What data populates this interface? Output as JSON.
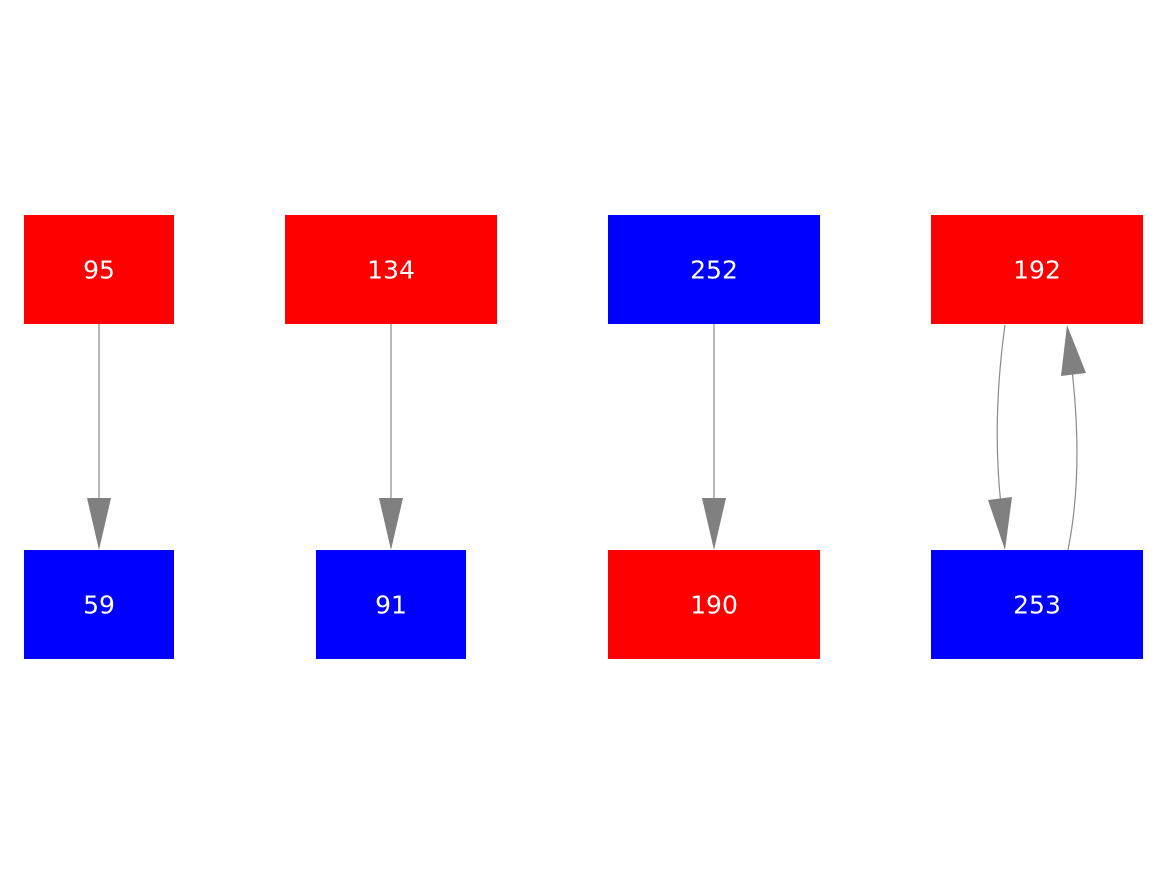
{
  "colors": {
    "red": "#ff0000",
    "blue": "#0000ff",
    "edge": "#808080"
  },
  "nodes": {
    "n95": {
      "label": "95",
      "color": "#ff0000"
    },
    "n59": {
      "label": "59",
      "color": "#0000ff"
    },
    "n134": {
      "label": "134",
      "color": "#ff0000"
    },
    "n91": {
      "label": "91",
      "color": "#0000ff"
    },
    "n252": {
      "label": "252",
      "color": "#0000ff"
    },
    "n190": {
      "label": "190",
      "color": "#ff0000"
    },
    "n192": {
      "label": "192",
      "color": "#ff0000"
    },
    "n253": {
      "label": "253",
      "color": "#0000ff"
    }
  },
  "edges": [
    {
      "from": "95",
      "to": "59"
    },
    {
      "from": "134",
      "to": "91"
    },
    {
      "from": "252",
      "to": "190"
    },
    {
      "from": "192",
      "to": "253"
    },
    {
      "from": "253",
      "to": "192"
    }
  ]
}
